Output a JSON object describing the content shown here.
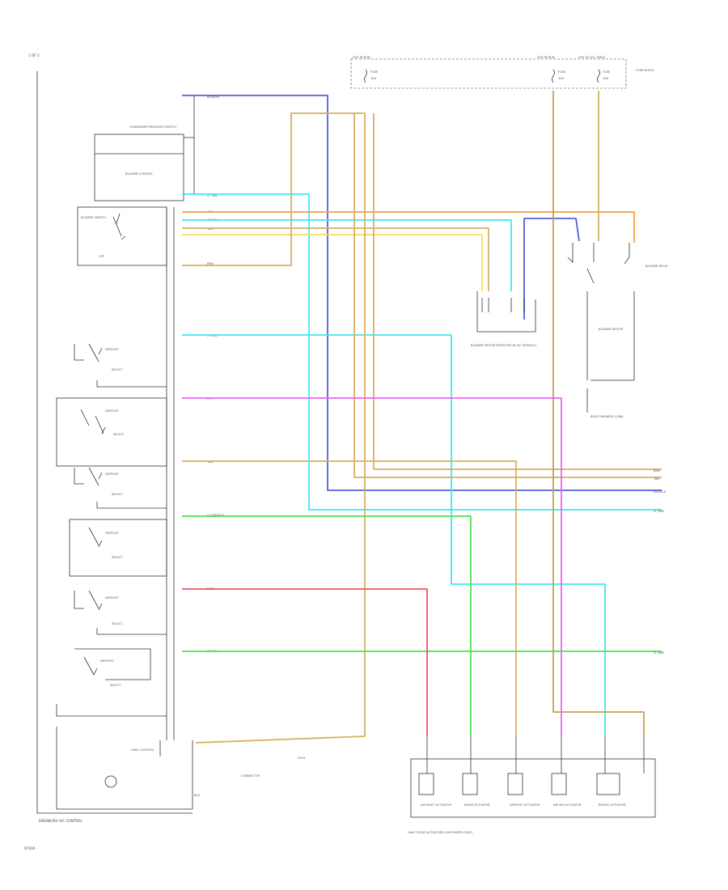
{
  "title": "1 OF 2",
  "footer": {
    "ground_label": "ENGINE/RH A/C CONTROL",
    "page_code": "S7034"
  },
  "fuse_block": {
    "label_left": "HOT IN RUN",
    "label_mid": "HOT IN RUN",
    "label_right": "HOT AT ALL TIMES",
    "side_label": "FUSE BLOCK",
    "fuse_a": "FUSE",
    "fuse_b": "FUSE",
    "fuse_c": "FUSE",
    "amp_a": "10A",
    "amp_b": "10A",
    "amp_c": "10A"
  },
  "modules": {
    "lh_control_1": "CONDENSER PRESSURE SWITCH",
    "lh_control_2": "BLOWER CONTROL",
    "blower_switch": "BLOWER SWITCH",
    "blower_switch_tag": "OFF",
    "resistor_block": "BLOWER MOTOR RESISTOR (IN A/C MODULE)",
    "blower_relay": "BLOWER RELAY",
    "blower_motor": "BLOWER MOTOR",
    "junction_note": "BODY HARNESS CONN",
    "control_module": "HVAC CONTROL",
    "connector_note": "CONNECTOR",
    "ground_note": "G101",
    "actuator_block": "HVAC DOOR ACTUATORS (ON HEATER CASE)"
  },
  "switches": [
    {
      "name": "DEFROST",
      "state": "SELECT"
    },
    {
      "name": "DEFROST",
      "state": "SELECT"
    },
    {
      "name": "DEFROST",
      "state": "SELECT"
    },
    {
      "name": "DEFROST",
      "state": "SELECT"
    },
    {
      "name": "DEFROST",
      "state": "SELECT"
    },
    {
      "name": "DEFROST",
      "state": "SELECT"
    }
  ],
  "wire_codes": [
    "BLU/BLK",
    "LT GRN",
    "ORN",
    "LT GRN",
    "TAN",
    "BRN",
    "LT GRN",
    "PPL",
    "TAN",
    "LT GRN/BLK",
    "RED",
    "LT GRN",
    "BLK"
  ],
  "right_exits": [
    "BRN",
    "TAN",
    "BLU/BLK",
    "LT GRN",
    "LT GRN"
  ],
  "actuators": [
    {
      "name": "AIR INLET ACTUATOR"
    },
    {
      "name": "MODE ACTUATOR"
    },
    {
      "name": "DEFROST ACTUATOR"
    },
    {
      "name": "AIR MIX ACTUATOR"
    },
    {
      "name": "RECIRC ACTUATOR"
    }
  ],
  "colors": {
    "blue": "#5060e0",
    "cyan": "#40e8f0",
    "orange": "#f4a040",
    "tan": "#d8b060",
    "yellow": "#f0e060",
    "magenta": "#f060f0",
    "green": "#50e050",
    "red": "#f05060",
    "brown": "#c8a050"
  }
}
